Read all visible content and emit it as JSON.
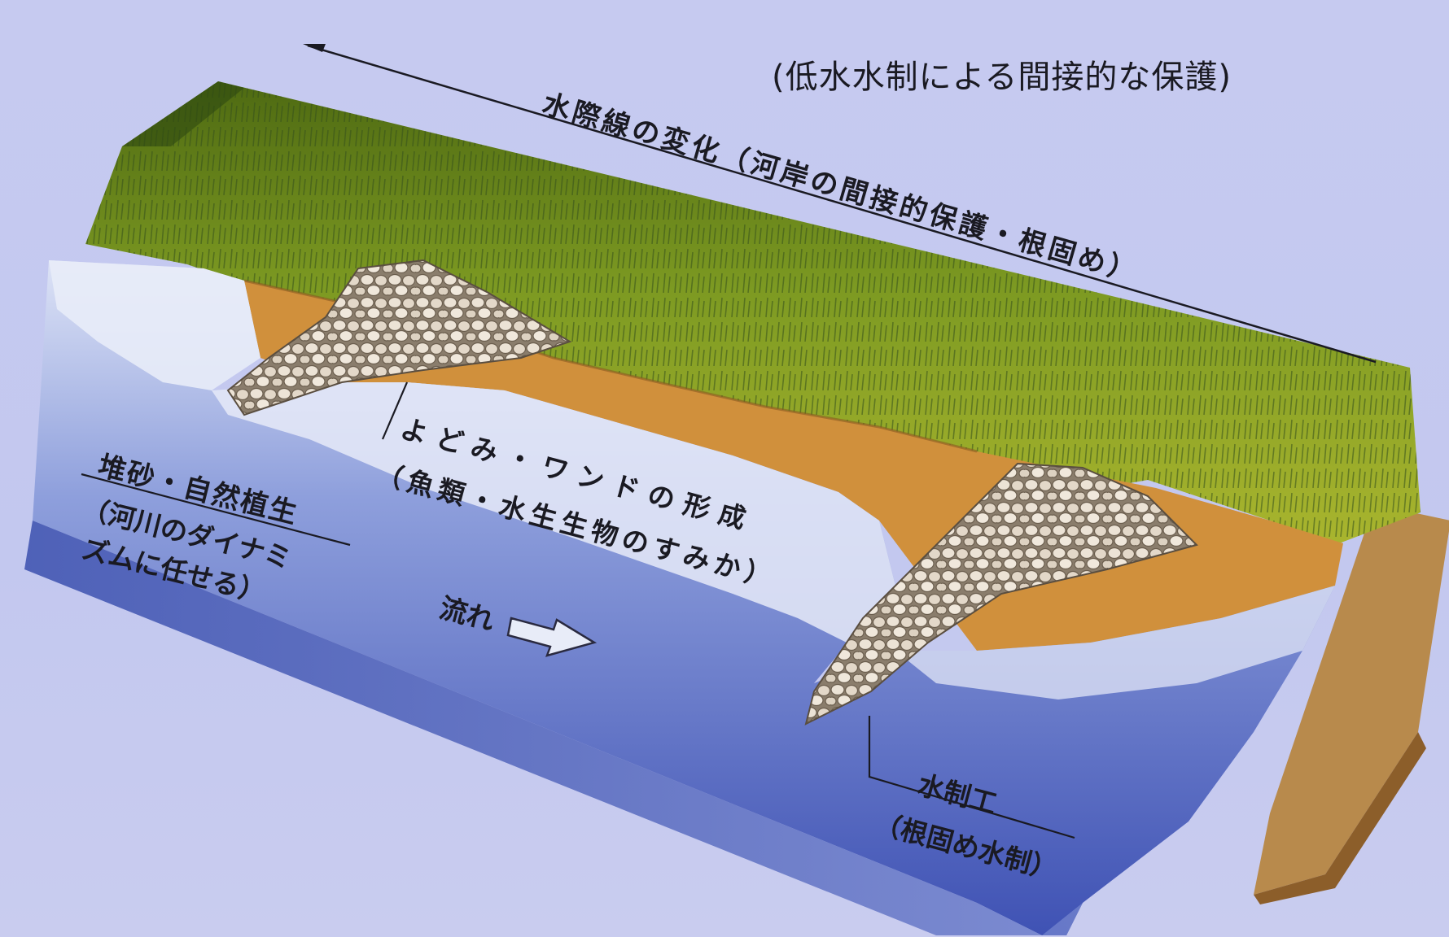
{
  "title": "(低水水制による間接的な保護)",
  "shoreline_label": "水際線の変化（河岸の間接的保護・根固め）",
  "yodomi": {
    "line1": "よどみ・ワンドの形成",
    "line2": "（魚類・水生生物のすみか）"
  },
  "sand": {
    "line1": "堆砂・自然植生",
    "line2": "（河川のダイナミ",
    "line3": "ズムに任せる）"
  },
  "flow_label": "流れ",
  "groyne": {
    "line1": "水制工",
    "line2": "（根固め水制）"
  },
  "colors": {
    "background": "#c6caf0",
    "grass": "#6f8a1a",
    "grass_dark": "#2f4a10",
    "sand": "#d0903c",
    "water": "#3f58b8",
    "water_light": "#dfe4f6",
    "stone": "#e6dccf"
  }
}
